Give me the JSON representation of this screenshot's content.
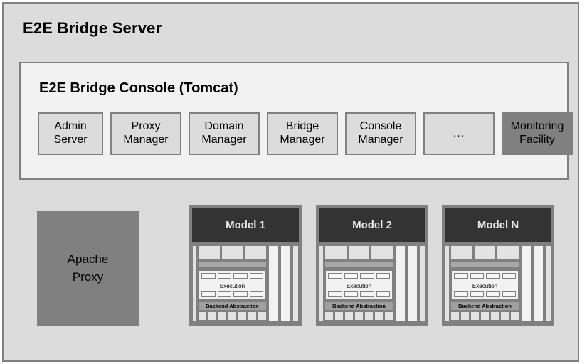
{
  "server": {
    "title": "E2E Bridge Server"
  },
  "console": {
    "title": "E2E Bridge Console (Tomcat)",
    "components": [
      {
        "name": "admin-server",
        "line1": "Admin",
        "line2": "Server",
        "style": "normal"
      },
      {
        "name": "proxy-manager",
        "line1": "Proxy",
        "line2": "Manager",
        "style": "normal"
      },
      {
        "name": "domain-manager",
        "line1": "Domain",
        "line2": "Manager",
        "style": "normal"
      },
      {
        "name": "bridge-manager",
        "line1": "Bridge",
        "line2": "Manager",
        "style": "normal"
      },
      {
        "name": "console-manager",
        "line1": "Console",
        "line2": "Manager",
        "style": "normal"
      },
      {
        "name": "more-ellipsis",
        "line1": "...",
        "line2": "",
        "style": "ellipsis"
      },
      {
        "name": "monitoring-facility",
        "line1": "Monitoring",
        "line2": "Facility",
        "style": "monitoring"
      }
    ]
  },
  "apache_proxy": {
    "line1": "Apache",
    "line2": "Proxy"
  },
  "models": [
    {
      "title": "Model 1",
      "execution_label": "Execution",
      "backend_label": "Backend Abstraction"
    },
    {
      "title": "Model 2",
      "execution_label": "Execution",
      "backend_label": "Backend Abstraction"
    },
    {
      "title": "Model N",
      "execution_label": "Execution",
      "backend_label": "Backend Abstraction"
    }
  ],
  "colors": {
    "outer_background": "#dcdcdc",
    "outer_border": "#808080",
    "console_background": "#f2f2f2",
    "component_background": "#dcdcdc",
    "monitoring_background": "#808080",
    "apache_background": "#808080",
    "model_frame": "#808080",
    "model_header": "#333333",
    "model_header_text": "#e8e8e8",
    "inner_light": "#e3e3e3",
    "inner_bar": "#a8a8a8",
    "exec_block": "#f2f2f2",
    "backend_label": "#a0a0a0"
  }
}
